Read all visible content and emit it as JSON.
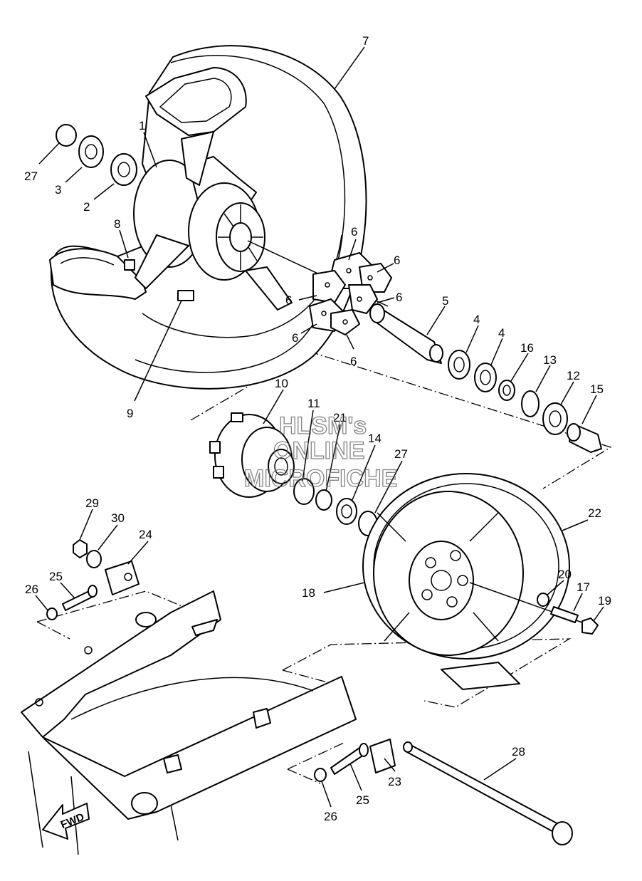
{
  "diagram": {
    "watermark": [
      "HLSM's",
      "ONLINE",
      "MICROFICHE"
    ],
    "direction_label": "FWD",
    "callouts": [
      "7",
      "1",
      "27",
      "3",
      "2",
      "8",
      "9",
      "6",
      "6",
      "6",
      "6",
      "6",
      "6",
      "5",
      "4",
      "4",
      "16",
      "13",
      "12",
      "15",
      "10",
      "11",
      "21",
      "14",
      "27",
      "29",
      "30",
      "24",
      "25",
      "26",
      "22",
      "18",
      "20",
      "17",
      "19",
      "28",
      "23",
      "25",
      "26"
    ]
  }
}
